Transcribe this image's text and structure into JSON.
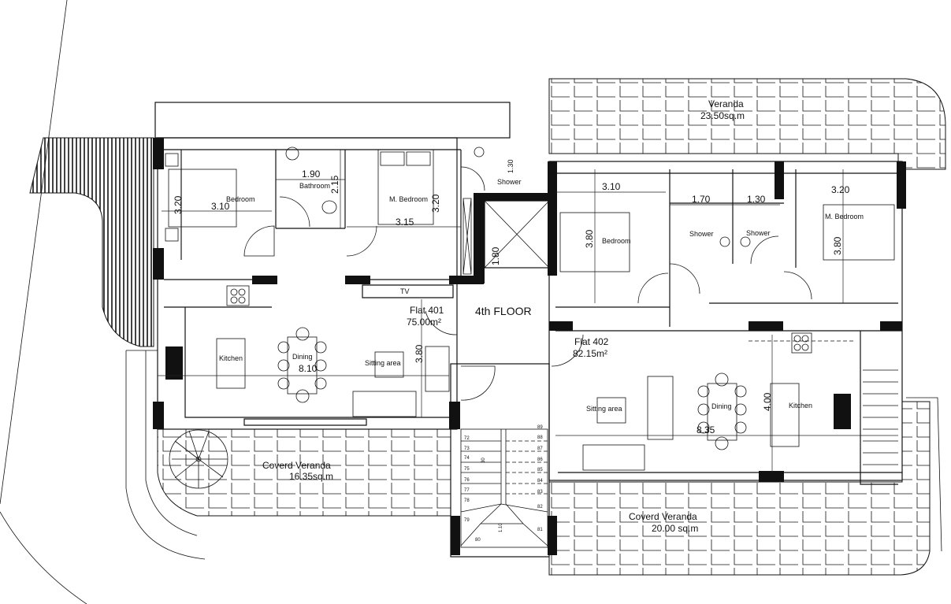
{
  "plan": {
    "floor_title": "4th FLOOR",
    "flat_401": {
      "name": "Flat 401",
      "area": "75.00m²",
      "rooms": {
        "bedroom": {
          "label": "Bedroom",
          "width": "3.10",
          "depth": "3.20"
        },
        "bathroom": {
          "label": "Bathroom",
          "width": "1.90",
          "depth": "2.15"
        },
        "master_bedroom": {
          "label": "M. Bedroom",
          "width": "3.15",
          "depth": "3.20"
        },
        "shower": {
          "label": "Shower",
          "depth": "1.30"
        },
        "lift": {
          "depth": "1.80"
        },
        "tv": "TV",
        "kitchen": "Kitchen",
        "dining": "Dining",
        "living_width": "8.10",
        "sitting": "Sitting area",
        "living_depth": "3.80"
      },
      "veranda": {
        "label": "Coverd Veranda",
        "area": "16.35sq.m"
      }
    },
    "flat_402": {
      "name": "Flat 402",
      "area": "82.15m²",
      "rooms": {
        "bedroom": {
          "label": "Bedroom",
          "width": "3.10",
          "depth": "3.80"
        },
        "shower_1": {
          "label": "Shower",
          "width": "1.70"
        },
        "shower_2": {
          "label": "Shower",
          "width": "1.30"
        },
        "master_bedroom": {
          "label": "M. Bedroom",
          "width": "3.20",
          "depth": "3.80"
        },
        "sitting": "Sitting area",
        "dining": "Dining",
        "living_width": "8.35",
        "living_depth": "4.00",
        "kitchen": "Kitchen"
      },
      "veranda_top": {
        "label": "Veranda",
        "area": "23.50sq.m"
      },
      "veranda": {
        "label": "Coverd Veranda",
        "area": "20.00 sq.m"
      }
    },
    "stairs": {
      "left_steps": [
        "72",
        "73",
        "74",
        "75",
        "76",
        "77",
        "78"
      ],
      "turn_steps": [
        "79",
        "80",
        "81"
      ],
      "right_steps": [
        "82",
        "83",
        "84",
        "85",
        "86",
        "87",
        "88",
        "89"
      ],
      "tread": "30",
      "landing": "1.10"
    }
  }
}
